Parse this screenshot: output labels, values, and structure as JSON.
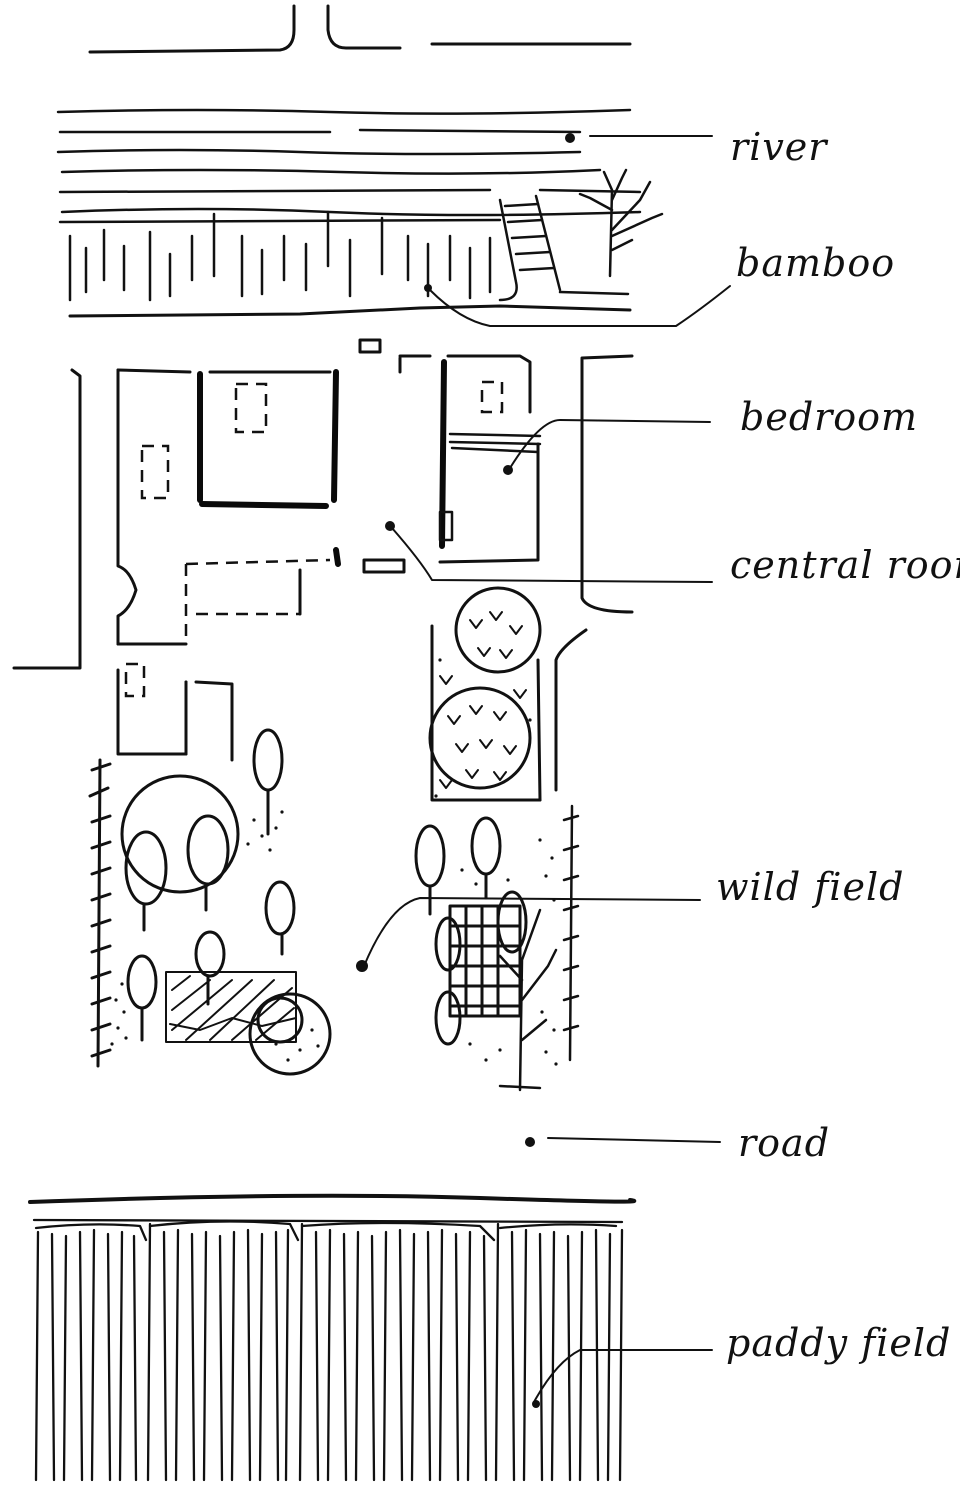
{
  "labels": {
    "river": "river",
    "bamboo": "bamboo",
    "bedroom": "bedroom",
    "central_room": "central room",
    "wild_field": "wild field",
    "road": "road",
    "paddy_field": "paddy field"
  },
  "colors": {
    "ink": "#111111",
    "paper": "#ffffff"
  }
}
